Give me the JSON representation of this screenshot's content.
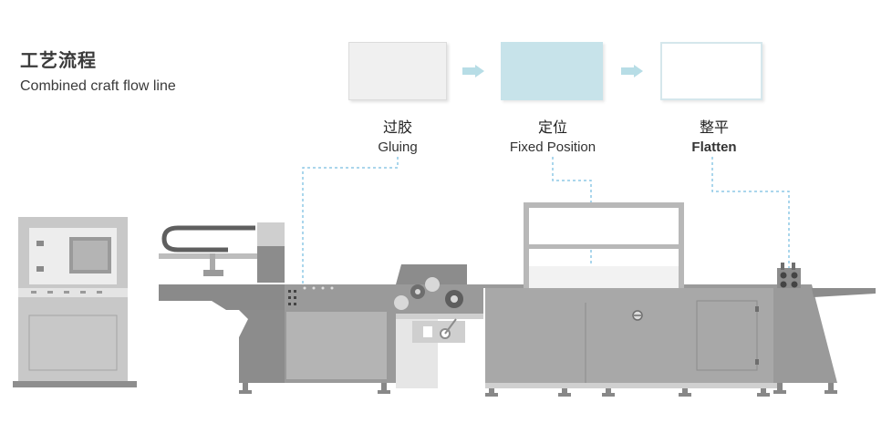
{
  "title": {
    "zh": "工艺流程",
    "en": "Combined craft flow line"
  },
  "steps": [
    {
      "zh": "过胶",
      "en": "Gluing",
      "fill": "#f0f0f0"
    },
    {
      "zh": "定位",
      "en": "Fixed Position",
      "fill": "#c7e3ea"
    },
    {
      "zh": "整平",
      "en": "Flatten",
      "fill": "#ffffff"
    }
  ],
  "colors": {
    "arrow": "#b7dde6",
    "dotted_line": "#8ec8e6",
    "machine_dark": "#8c8c8c",
    "machine_mid": "#a8a8a8",
    "machine_light": "#cfcfcf",
    "box_border": "#d5e7ec"
  }
}
